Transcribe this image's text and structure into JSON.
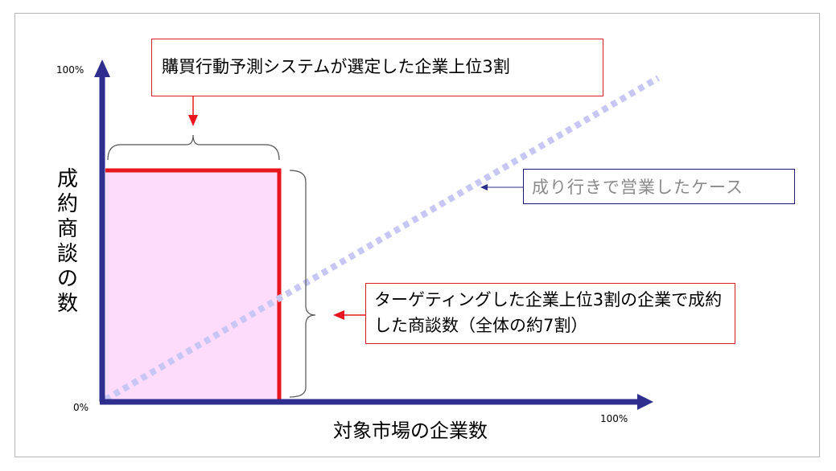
{
  "axes": {
    "y_max_label": "100%",
    "origin_label": "0%",
    "x_max_label": "100%",
    "y_title": "成約商談の数",
    "x_title": "対象市場の企業数"
  },
  "annotations": {
    "top_box": "購買行動予測システムが選定した企業上位3割",
    "right_box": "ターゲティングした企業上位3割の企業で成約した商談数（全体の約7割）",
    "blue_box": "成り行きで営業したケース"
  },
  "colors": {
    "axis": "#2e2e8e",
    "highlight_border": "#e8141e",
    "highlight_fill": "#fcdcfa",
    "diagonal": "#c8c6f4",
    "annotation_arrow": "#e8141e",
    "blue_arrow": "#2e2e8e"
  }
}
